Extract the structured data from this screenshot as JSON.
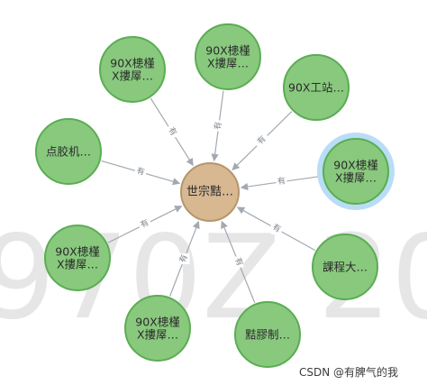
{
  "background_watermark": "970Z 20",
  "credit": "CSDN @有脾气的我",
  "colors": {
    "node_fill": "#89c97e",
    "node_stroke": "#5aad53",
    "center_fill": "#d7b891",
    "center_stroke": "#b5966d",
    "selected_halo": "#b9ddf6",
    "edge": "#a3a9b0"
  },
  "graph": {
    "center": {
      "name": "center-node",
      "lines": [
        "世宗黠…"
      ]
    },
    "nodes": [
      {
        "name": "node-top-center",
        "lines": [
          "90X槵槿",
          "X摟屖…"
        ],
        "edge_label": "有",
        "selected": false
      },
      {
        "name": "node-top-left",
        "lines": [
          "90X槵槿",
          "X摟屖…"
        ],
        "edge_label": "有",
        "selected": false
      },
      {
        "name": "node-top-right",
        "lines": [
          "90X工站…"
        ],
        "edge_label": "有",
        "selected": false
      },
      {
        "name": "node-left",
        "lines": [
          "点胶机…"
        ],
        "edge_label": "有",
        "selected": false
      },
      {
        "name": "node-right-selected",
        "lines": [
          "90X槵槿",
          "X摟屖…"
        ],
        "edge_label": "有",
        "selected": true
      },
      {
        "name": "node-bottom-left",
        "lines": [
          "90X槵槿",
          "X摟屖…"
        ],
        "edge_label": "有",
        "selected": false
      },
      {
        "name": "node-right-lower",
        "lines": [
          "課程大…"
        ],
        "edge_label": "有",
        "selected": false
      },
      {
        "name": "node-bottom-center",
        "lines": [
          "90X槵槿",
          "X摟屖…"
        ],
        "edge_label": "有",
        "selected": false
      },
      {
        "name": "node-bottom-right",
        "lines": [
          "黠膠制…"
        ],
        "edge_label": "有",
        "selected": false
      }
    ]
  }
}
